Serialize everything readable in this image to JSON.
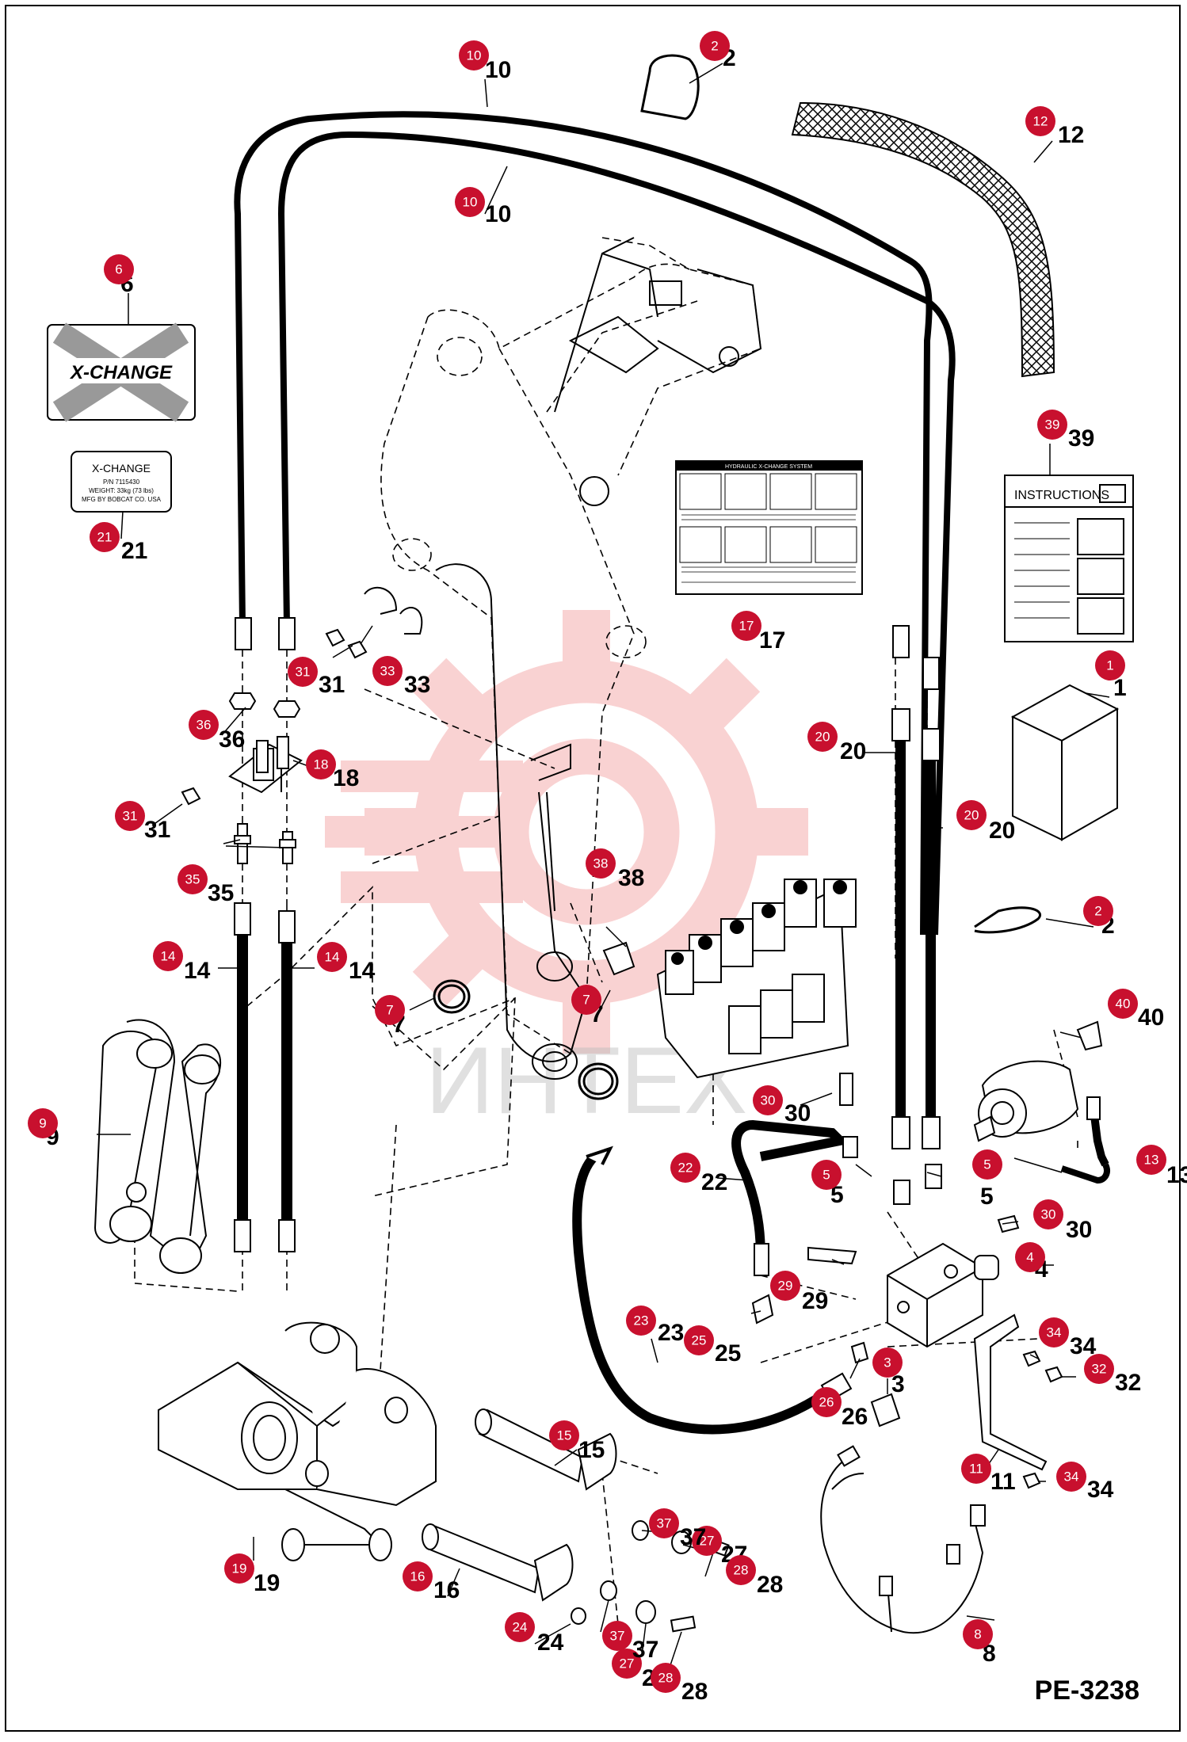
{
  "document_code": "PE-3238",
  "watermark_text": "ИНТЕХ",
  "decal_xchange": {
    "brand": "X-CHANGE"
  },
  "label_plate": {
    "lines": [
      "X-CHANGE",
      "P/N 7115430",
      "WEIGHT: 33kg (73 lbs)",
      "MFG BY BOBCAT CO. USA"
    ]
  },
  "manual": {
    "title": "INSTRUCTIONS"
  },
  "decal_instructions": {
    "title": "HYDRAULIC X-CHANGE SYSTEM"
  },
  "colors": {
    "callout": "#c8102e",
    "watermark": "#f08080",
    "line": "#000000"
  },
  "callouts": [
    {
      "id": "c1",
      "num": "1"
    },
    {
      "id": "c2a",
      "num": "2"
    },
    {
      "id": "c2b",
      "num": "2"
    },
    {
      "id": "c3",
      "num": "3"
    },
    {
      "id": "c4",
      "num": "4"
    },
    {
      "id": "c5a",
      "num": "5"
    },
    {
      "id": "c5b",
      "num": "5"
    },
    {
      "id": "c6",
      "num": "6"
    },
    {
      "id": "c7a",
      "num": "7"
    },
    {
      "id": "c7b",
      "num": "7"
    },
    {
      "id": "c8",
      "num": "8"
    },
    {
      "id": "c9",
      "num": "9"
    },
    {
      "id": "c10a",
      "num": "10"
    },
    {
      "id": "c10b",
      "num": "10"
    },
    {
      "id": "c11",
      "num": "11"
    },
    {
      "id": "c12",
      "num": "12"
    },
    {
      "id": "c13",
      "num": "13"
    },
    {
      "id": "c14a",
      "num": "14"
    },
    {
      "id": "c14b",
      "num": "14"
    },
    {
      "id": "c15",
      "num": "15"
    },
    {
      "id": "c16",
      "num": "16"
    },
    {
      "id": "c17",
      "num": "17"
    },
    {
      "id": "c18",
      "num": "18"
    },
    {
      "id": "c19",
      "num": "19"
    },
    {
      "id": "c20a",
      "num": "20"
    },
    {
      "id": "c20b",
      "num": "20"
    },
    {
      "id": "c21",
      "num": "21"
    },
    {
      "id": "c22",
      "num": "22"
    },
    {
      "id": "c23",
      "num": "23"
    },
    {
      "id": "c24",
      "num": "24"
    },
    {
      "id": "c25",
      "num": "25"
    },
    {
      "id": "c26",
      "num": "26"
    },
    {
      "id": "c27a",
      "num": "27"
    },
    {
      "id": "c27b",
      "num": "27"
    },
    {
      "id": "c28a",
      "num": "28"
    },
    {
      "id": "c28b",
      "num": "28"
    },
    {
      "id": "c29",
      "num": "29"
    },
    {
      "id": "c30a",
      "num": "30"
    },
    {
      "id": "c30b",
      "num": "30"
    },
    {
      "id": "c31a",
      "num": "31"
    },
    {
      "id": "c31b",
      "num": "31"
    },
    {
      "id": "c32",
      "num": "32"
    },
    {
      "id": "c33",
      "num": "33"
    },
    {
      "id": "c34a",
      "num": "34"
    },
    {
      "id": "c34b",
      "num": "34"
    },
    {
      "id": "c35",
      "num": "35"
    },
    {
      "id": "c36",
      "num": "36"
    },
    {
      "id": "c37a",
      "num": "37"
    },
    {
      "id": "c37b",
      "num": "37"
    },
    {
      "id": "c38",
      "num": "38"
    },
    {
      "id": "c39",
      "num": "39"
    },
    {
      "id": "c40",
      "num": "40"
    }
  ]
}
